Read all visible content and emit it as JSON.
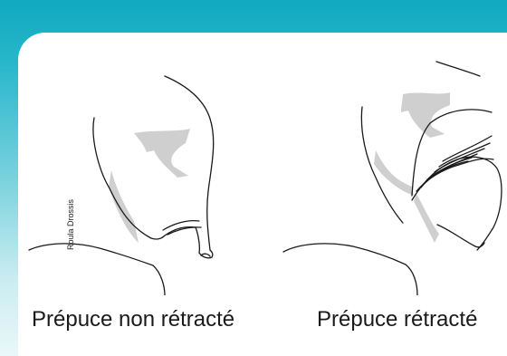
{
  "credit": "Roula Drossis",
  "figures": {
    "left": {
      "caption": "Prépuce non rétracté",
      "name": "non-retracted-foreskin-illustration"
    },
    "right": {
      "caption": "Prépuce rétracté",
      "name": "retracted-foreskin-illustration"
    }
  },
  "colors": {
    "frame_top": "#10a9bf",
    "frame_bottom": "#eaf7f9",
    "shading": "#cfcfcf",
    "line": "#1a1a1a"
  }
}
